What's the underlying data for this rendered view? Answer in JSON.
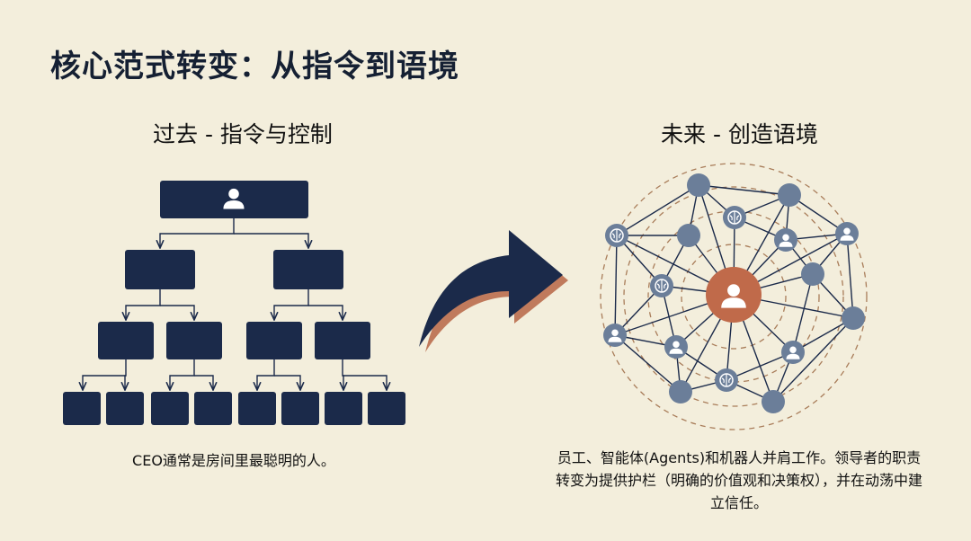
{
  "title": "核心范式转变：从指令到语境",
  "left": {
    "heading": "过去 - 指令与控制",
    "caption": "CEO通常是房间里最聪明的人。"
  },
  "right": {
    "heading": "未来 - 创造语境",
    "caption": "员工、智能体(Agents)和机器人并肩工作。领导者的职责转变为提供护栏（明确的价值观和决策权），并在动荡中建立信任。"
  },
  "icons": {
    "ceo": "person-icon",
    "center": "person-icon",
    "agent": "brain-icon",
    "employee": "person-icon",
    "robot": "circle-node"
  },
  "colors": {
    "navy": "#1b2a4a",
    "accent": "#c06a4a",
    "node": "#6b7e99",
    "dash": "#a97d5a",
    "background": "#f3eedc"
  }
}
